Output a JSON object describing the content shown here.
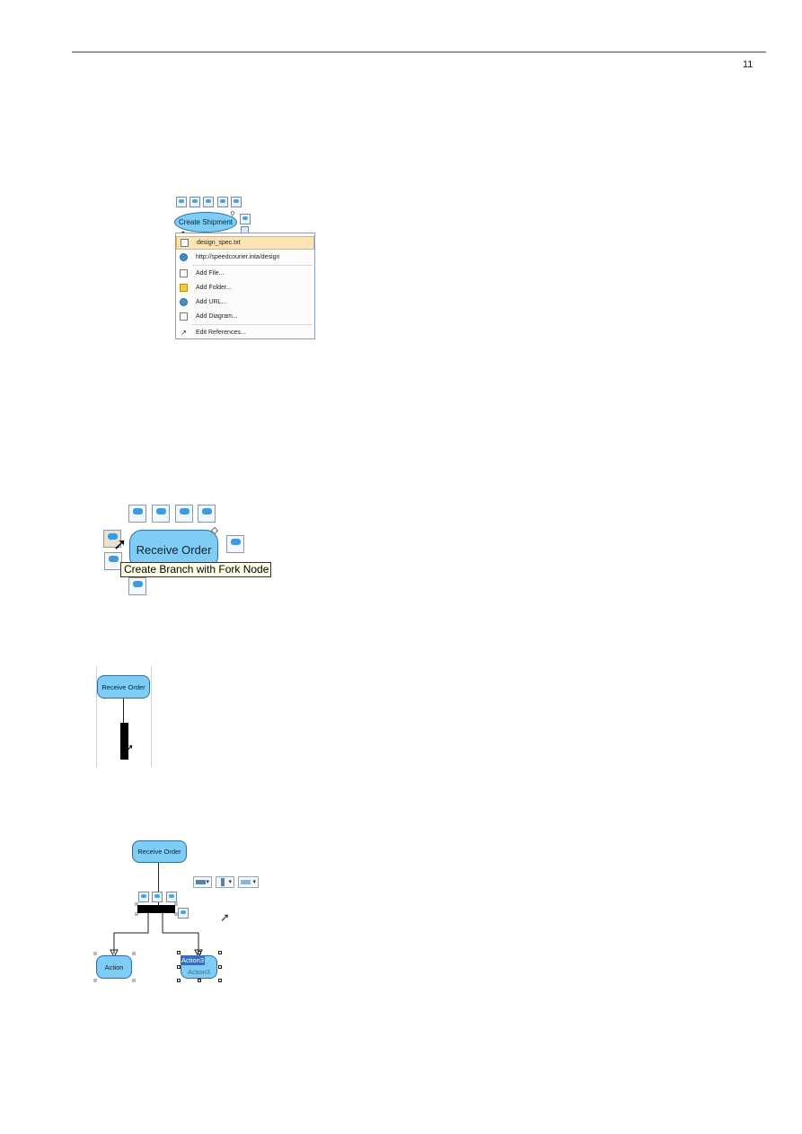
{
  "header": {
    "page_number": "11"
  },
  "figure1": {
    "node_label": "Create Shipment",
    "menu_items": [
      {
        "label": "design_spec.txt",
        "icon": "text-file-icon",
        "highlighted": true
      },
      {
        "label": "http://speedcourier.inta/design",
        "icon": "globe-icon",
        "highlighted": false
      },
      {
        "label": "Add File...",
        "icon": "add-file-icon",
        "highlighted": false
      },
      {
        "label": "Add Folder...",
        "icon": "add-folder-icon",
        "highlighted": false
      },
      {
        "label": "Add URL...",
        "icon": "add-url-icon",
        "highlighted": false
      },
      {
        "label": "Add Diagram...",
        "icon": "add-diagram-icon",
        "highlighted": false
      },
      {
        "label": "Edit References...",
        "icon": "edit-references-icon",
        "highlighted": false
      }
    ]
  },
  "figure2": {
    "node_label": "Receive Order",
    "tooltip": "Create Branch with Fork Node"
  },
  "figure3": {
    "node_label": "Receive Order"
  },
  "figure4": {
    "top_node_label": "Receive Order",
    "left_action_label": "Action",
    "right_action_edit_value": "Action3",
    "right_action_hidden_label": "Action3"
  },
  "colors": {
    "node_fill": "#7dcdf7",
    "node_border": "#2f6f9a",
    "menu_highlight": "#fbe3b4",
    "tooltip_bg": "#ffffe6"
  }
}
